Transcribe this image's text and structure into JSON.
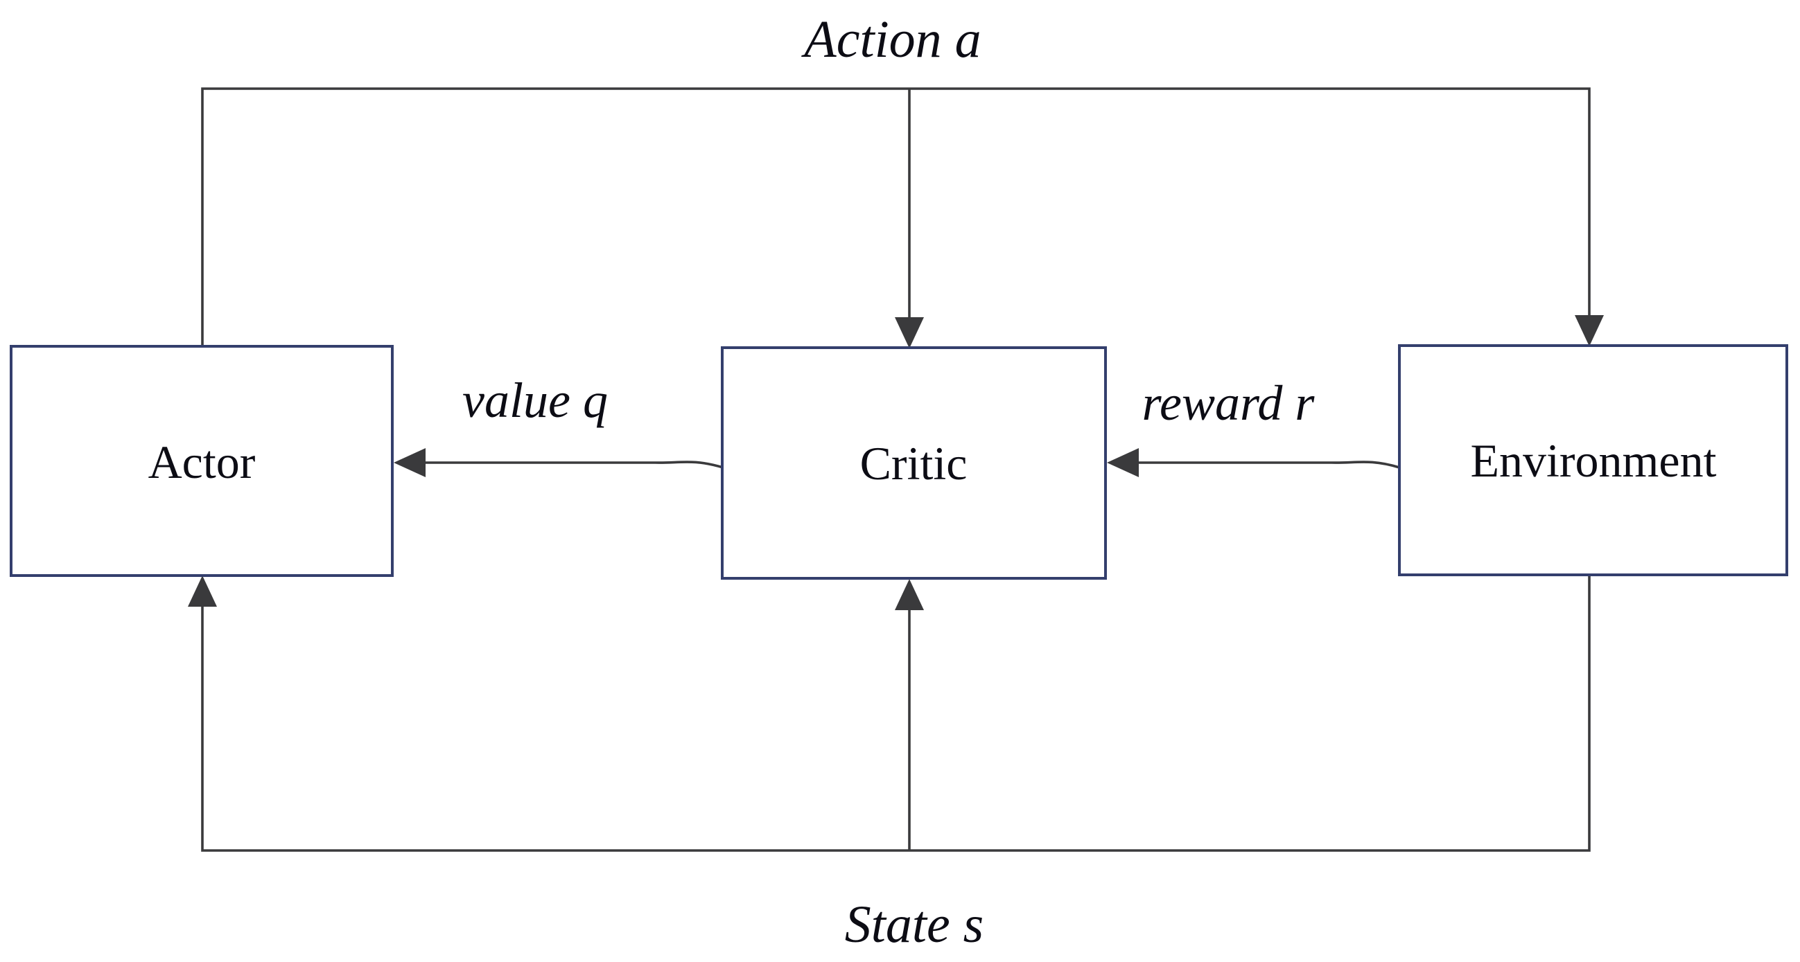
{
  "diagram": {
    "type": "block-diagram",
    "topic": "actor-critic reinforcement learning loop",
    "nodes": [
      {
        "id": "actor",
        "label": "Actor"
      },
      {
        "id": "critic",
        "label": "Critic"
      },
      {
        "id": "environment",
        "label": "Environment"
      }
    ],
    "edges": [
      {
        "id": "action",
        "label": "Action a",
        "from": "actor",
        "to": "critic, environment",
        "route": "top loop"
      },
      {
        "id": "value",
        "label": "value q",
        "from": "critic",
        "to": "actor",
        "route": "horizontal"
      },
      {
        "id": "reward",
        "label": "reward r",
        "from": "environment",
        "to": "critic",
        "route": "horizontal"
      },
      {
        "id": "state",
        "label": "State s",
        "from": "environment",
        "to": "actor, critic",
        "route": "bottom loop"
      }
    ],
    "colors": {
      "box_border": "#343f6d",
      "box_fill": "#ffffff",
      "line": "#3a3a3c",
      "text": "#0c0c14",
      "background": "#ffffff"
    }
  }
}
